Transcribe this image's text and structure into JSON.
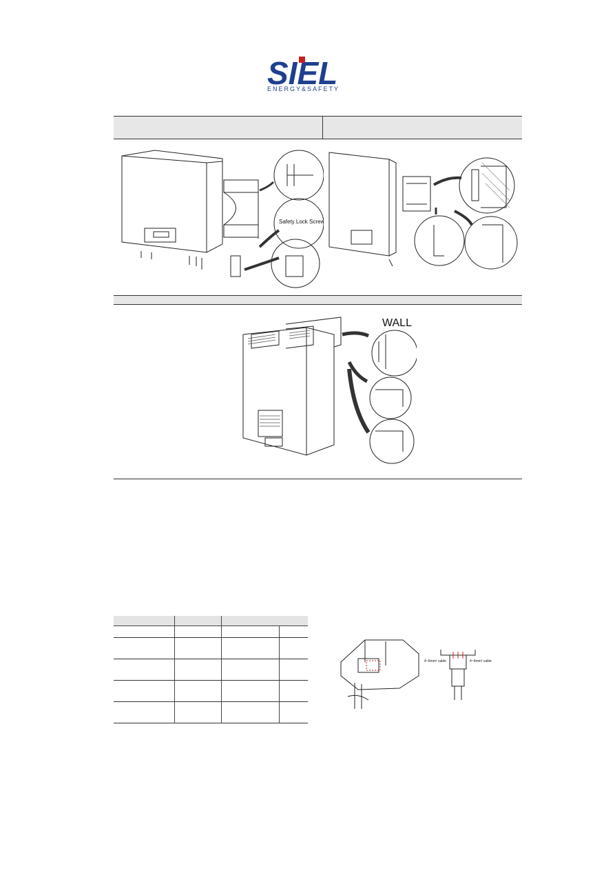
{
  "brand": {
    "logo_text": "SIEL",
    "tagline": "ENERGY&SAFETY",
    "color": "#1f3f8f",
    "accent": "#c8201c"
  },
  "figures": {
    "safety_lock_label": "Safety Lock Screw",
    "wall_label": "WALL",
    "cable_label_left": "4~6mm² cable",
    "cable_label_right": "4~6mm² cable"
  }
}
